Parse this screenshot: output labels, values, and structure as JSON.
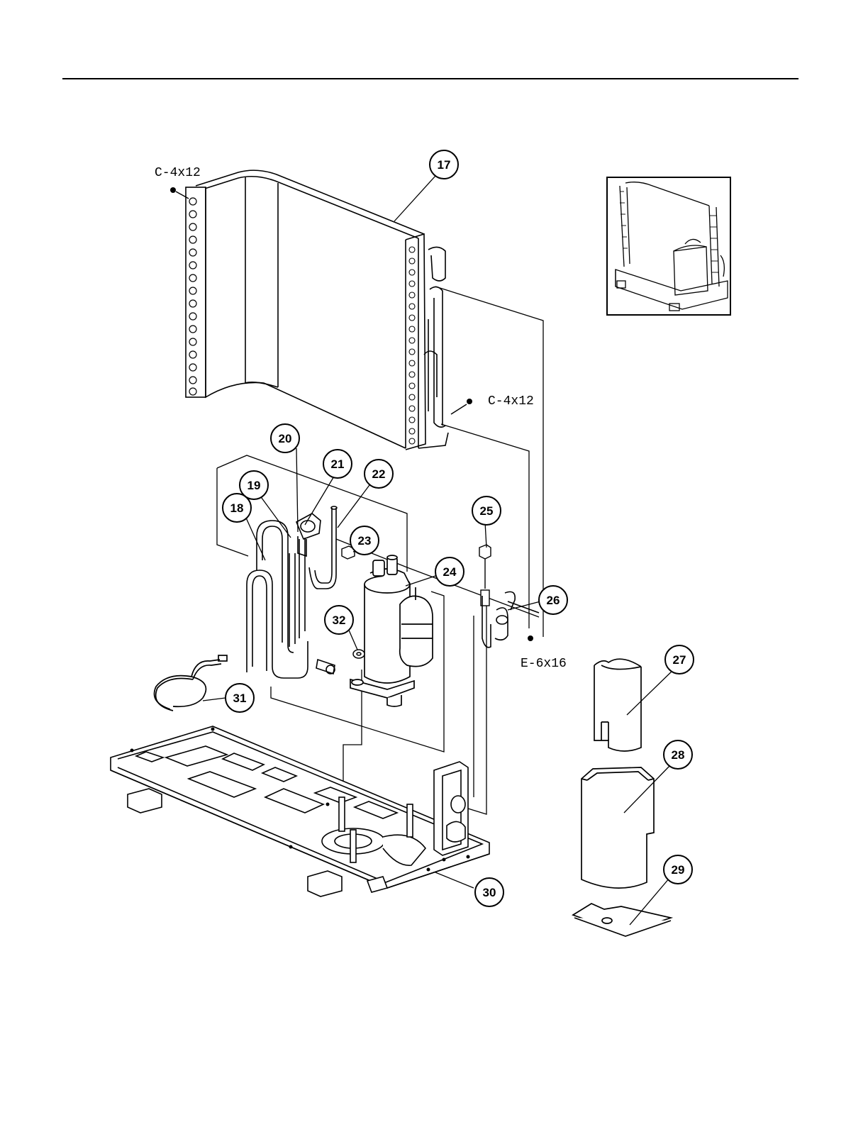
{
  "diagram": {
    "screw_labels": {
      "top_left": "C-4x12",
      "coil_right": "C-4x12",
      "valve_right": "E-6x16"
    },
    "callouts": {
      "c17": "17",
      "c18": "18",
      "c19": "19",
      "c20": "20",
      "c21": "21",
      "c22": "22",
      "c23": "23",
      "c24": "24",
      "c25": "25",
      "c26": "26",
      "c27": "27",
      "c28": "28",
      "c29": "29",
      "c30": "30",
      "c31": "31",
      "c32": "32"
    }
  }
}
